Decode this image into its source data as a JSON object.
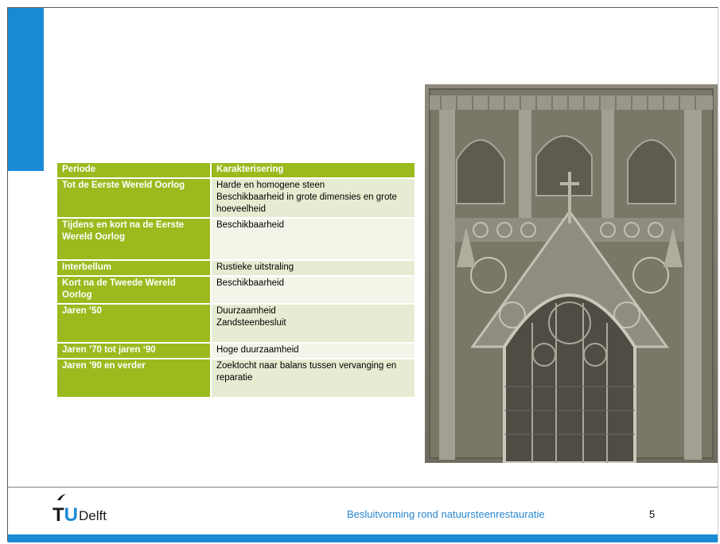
{
  "table": {
    "headers": [
      "Periode",
      "Karakterisering"
    ],
    "rows": [
      {
        "period": "Tot de Eerste Wereld Oorlog",
        "desc": [
          "Harde en homogene steen",
          "Beschikbaarheid in grote dimensies en grote hoeveelheid"
        ]
      },
      {
        "period": "Tijdens en kort na de Eerste Wereld Oorlog",
        "desc": [
          "Beschikbaarheid"
        ]
      },
      {
        "period": "Interbellum",
        "desc": [
          "Rustieke uitstraling"
        ]
      },
      {
        "period": "Kort na de Tweede Wereld Oorlog",
        "desc": [
          "Beschikbaarheid"
        ]
      },
      {
        "period": "Jaren ‘50",
        "desc": [
          "Duurzaamheid",
          "Zandsteenbesluit"
        ]
      },
      {
        "period": "Jaren ’70 tot jaren ‘90",
        "desc": [
          "Hoge duurzaamheid"
        ]
      },
      {
        "period": "Jaren ’90 en verder",
        "desc": [
          "Zoektocht naar balans tussen vervanging en reparatie"
        ]
      }
    ]
  },
  "footer": {
    "logo_t": "T",
    "logo_u": "U",
    "logo_delft": "Delft",
    "title": "Besluitvorming rond natuursteenrestauratie",
    "page_number": "5"
  },
  "colors": {
    "accent_blue": "#1a8ad6",
    "table_green": "#9bba1e",
    "row_light_1": "#e6ecd1",
    "row_light_2": "#f2f5e8"
  }
}
